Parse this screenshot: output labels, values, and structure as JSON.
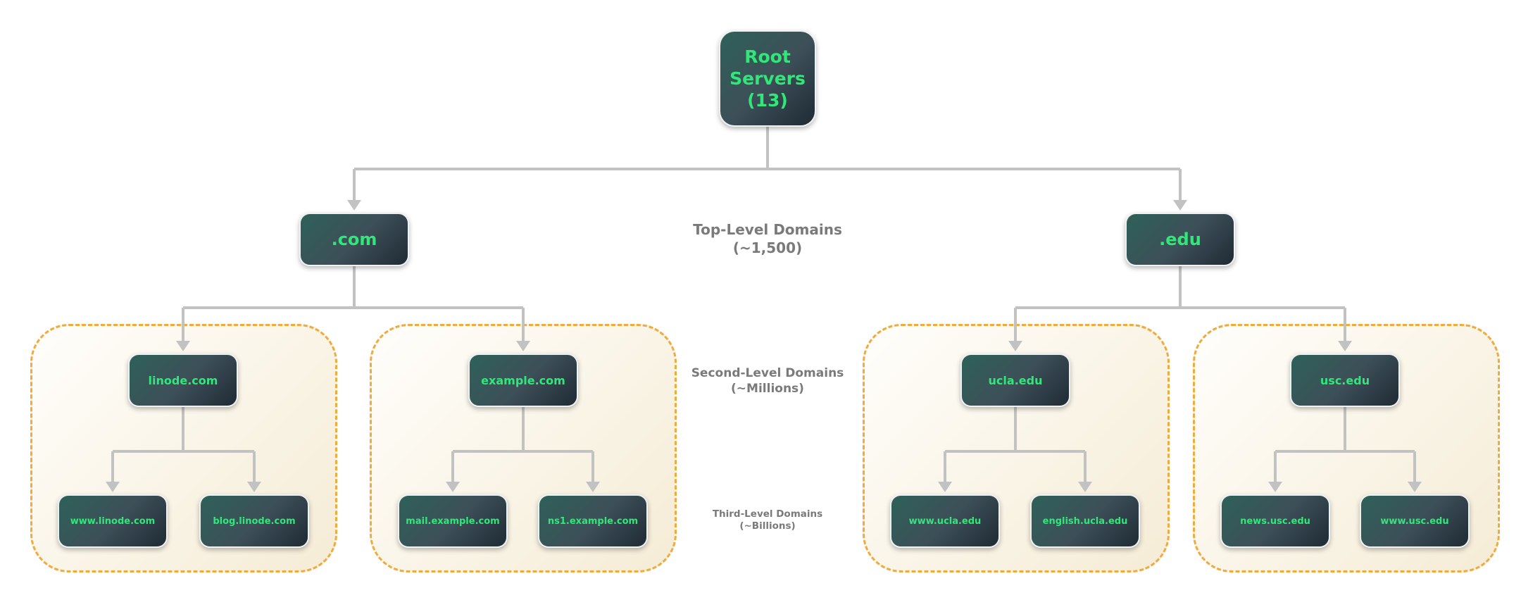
{
  "nodes": {
    "root": {
      "label": "Root Servers (13)"
    },
    "com": {
      "label": ".com"
    },
    "edu": {
      "label": ".edu"
    },
    "linode": {
      "label": "linode.com"
    },
    "example": {
      "label": "example.com"
    },
    "ucla": {
      "label": "ucla.edu"
    },
    "usc": {
      "label": "usc.edu"
    },
    "www_linode": {
      "label": "www.linode.com"
    },
    "blog_linode": {
      "label": "blog.linode.com"
    },
    "mail_example": {
      "label": "mail.example.com"
    },
    "ns1_example": {
      "label": "ns1.example.com"
    },
    "www_ucla": {
      "label": "www.ucla.edu"
    },
    "english_ucla": {
      "label": "english.ucla.edu"
    },
    "news_usc": {
      "label": "news.usc.edu"
    },
    "www_usc": {
      "label": "www.usc.edu"
    }
  },
  "level_labels": {
    "top": {
      "title": "Top-Level Domains",
      "subtitle": "(~1,500)"
    },
    "second": {
      "title": "Second-Level Domains",
      "subtitle": "(~Millions)"
    },
    "third": {
      "title": "Third-Level Domains",
      "subtitle": "(~Billions)"
    }
  },
  "hierarchy": {
    "root": [
      "com",
      "edu"
    ],
    "com": [
      "linode",
      "example"
    ],
    "edu": [
      "ucla",
      "usc"
    ],
    "linode": [
      "www_linode",
      "blog_linode"
    ],
    "example": [
      "mail_example",
      "ns1_example"
    ],
    "ucla": [
      "www_ucla",
      "english_ucla"
    ],
    "usc": [
      "news_usc",
      "www_usc"
    ]
  },
  "colors": {
    "node_text_green": "#30e878",
    "node_gradient_start": "#2e6159",
    "node_gradient_mid": "#3d4f58",
    "node_gradient_end": "#1f2b35",
    "connector_gray": "#c2c2c2",
    "group_border_amber": "#f0ab3c",
    "group_bg_start": "#fffefb",
    "group_bg_end": "#f5ecd6",
    "level_label_gray": "#7a7a7a",
    "page_bg": "#ffffff"
  }
}
